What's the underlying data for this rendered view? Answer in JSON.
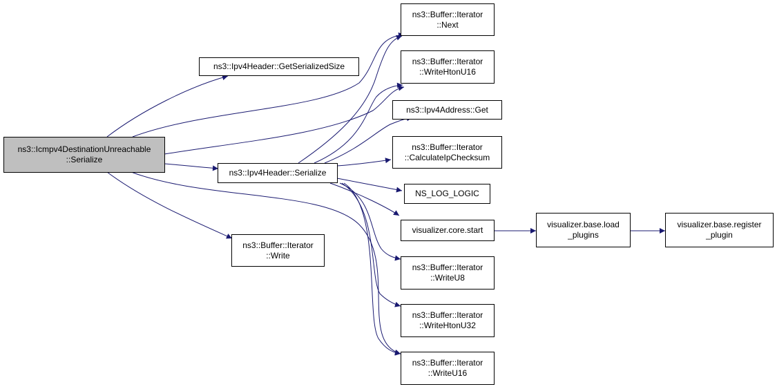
{
  "colors": {
    "edge": "#191970",
    "node_border": "#000000",
    "node_fill": "#ffffff",
    "root_fill": "#bfbfbf"
  },
  "nodes": {
    "root": {
      "line1": "ns3::Icmpv4DestinationUnreachable",
      "line2": "::Serialize"
    },
    "get_serialized_size": {
      "line1": "ns3::Ipv4Header::GetSerializedSize"
    },
    "ipv4header_serialize": {
      "line1": "ns3::Ipv4Header::Serialize"
    },
    "iterator_write": {
      "line1": "ns3::Buffer::Iterator",
      "line2": "::Write"
    },
    "iterator_next": {
      "line1": "ns3::Buffer::Iterator",
      "line2": "::Next"
    },
    "iterator_write_htonu16": {
      "line1": "ns3::Buffer::Iterator",
      "line2": "::WriteHtonU16"
    },
    "ipv4address_get": {
      "line1": "ns3::Ipv4Address::Get"
    },
    "iterator_calc_checksum": {
      "line1": "ns3::Buffer::Iterator",
      "line2": "::CalculateIpChecksum"
    },
    "ns_log_logic": {
      "line1": "NS_LOG_LOGIC"
    },
    "visualizer_core_start": {
      "line1": "visualizer.core.start"
    },
    "visualizer_load_plugins": {
      "line1": "visualizer.base.load",
      "line2": "_plugins"
    },
    "visualizer_register_plugin": {
      "line1": "visualizer.base.register",
      "line2": "_plugin"
    },
    "iterator_writeu8": {
      "line1": "ns3::Buffer::Iterator",
      "line2": "::WriteU8"
    },
    "iterator_write_htonu32": {
      "line1": "ns3::Buffer::Iterator",
      "line2": "::WriteHtonU32"
    },
    "iterator_writeu16": {
      "line1": "ns3::Buffer::Iterator",
      "line2": "::WriteU16"
    }
  }
}
